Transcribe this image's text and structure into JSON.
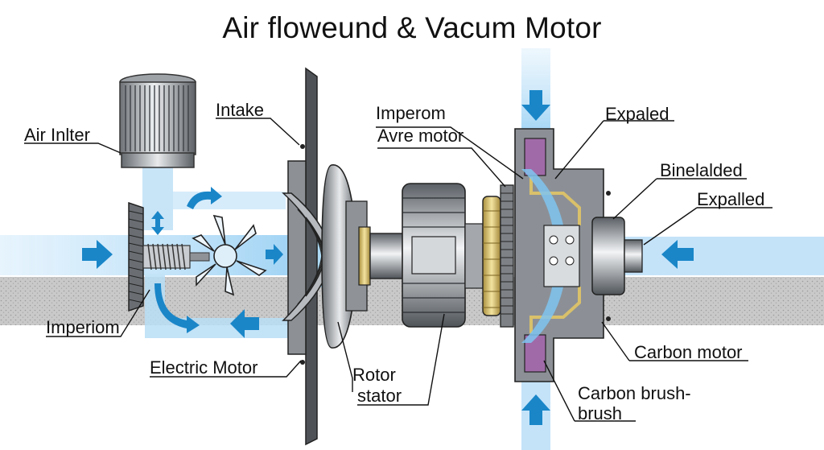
{
  "title": "Air floweund & Vacum Motor",
  "labels": {
    "air_inlter": "Air Inlter",
    "intake": "Intake",
    "imperom_left": "Imperiom",
    "electric_motor": "Electric Motor",
    "rotor": "Rotor",
    "stator": "stator",
    "imperom_top": "Imperom",
    "avre_motor": "Avre motor",
    "expaled": "Expaled",
    "binelalded": "Binelalded",
    "expalled": "Expalled",
    "carbon_motor": "Carbon motor",
    "carbon_brush_1": "Carbon brush-",
    "carbon_brush_2": "brush"
  },
  "colors": {
    "airflow": "#9fd3f3",
    "arrow": "#1a86c8",
    "metal_dark": "#555a60",
    "metal_light": "#dfe3e6",
    "housing": "#8c9096",
    "brass": "#d9c06a",
    "brush_purple": "#a06aa8",
    "ground": "#b5b5b5"
  }
}
